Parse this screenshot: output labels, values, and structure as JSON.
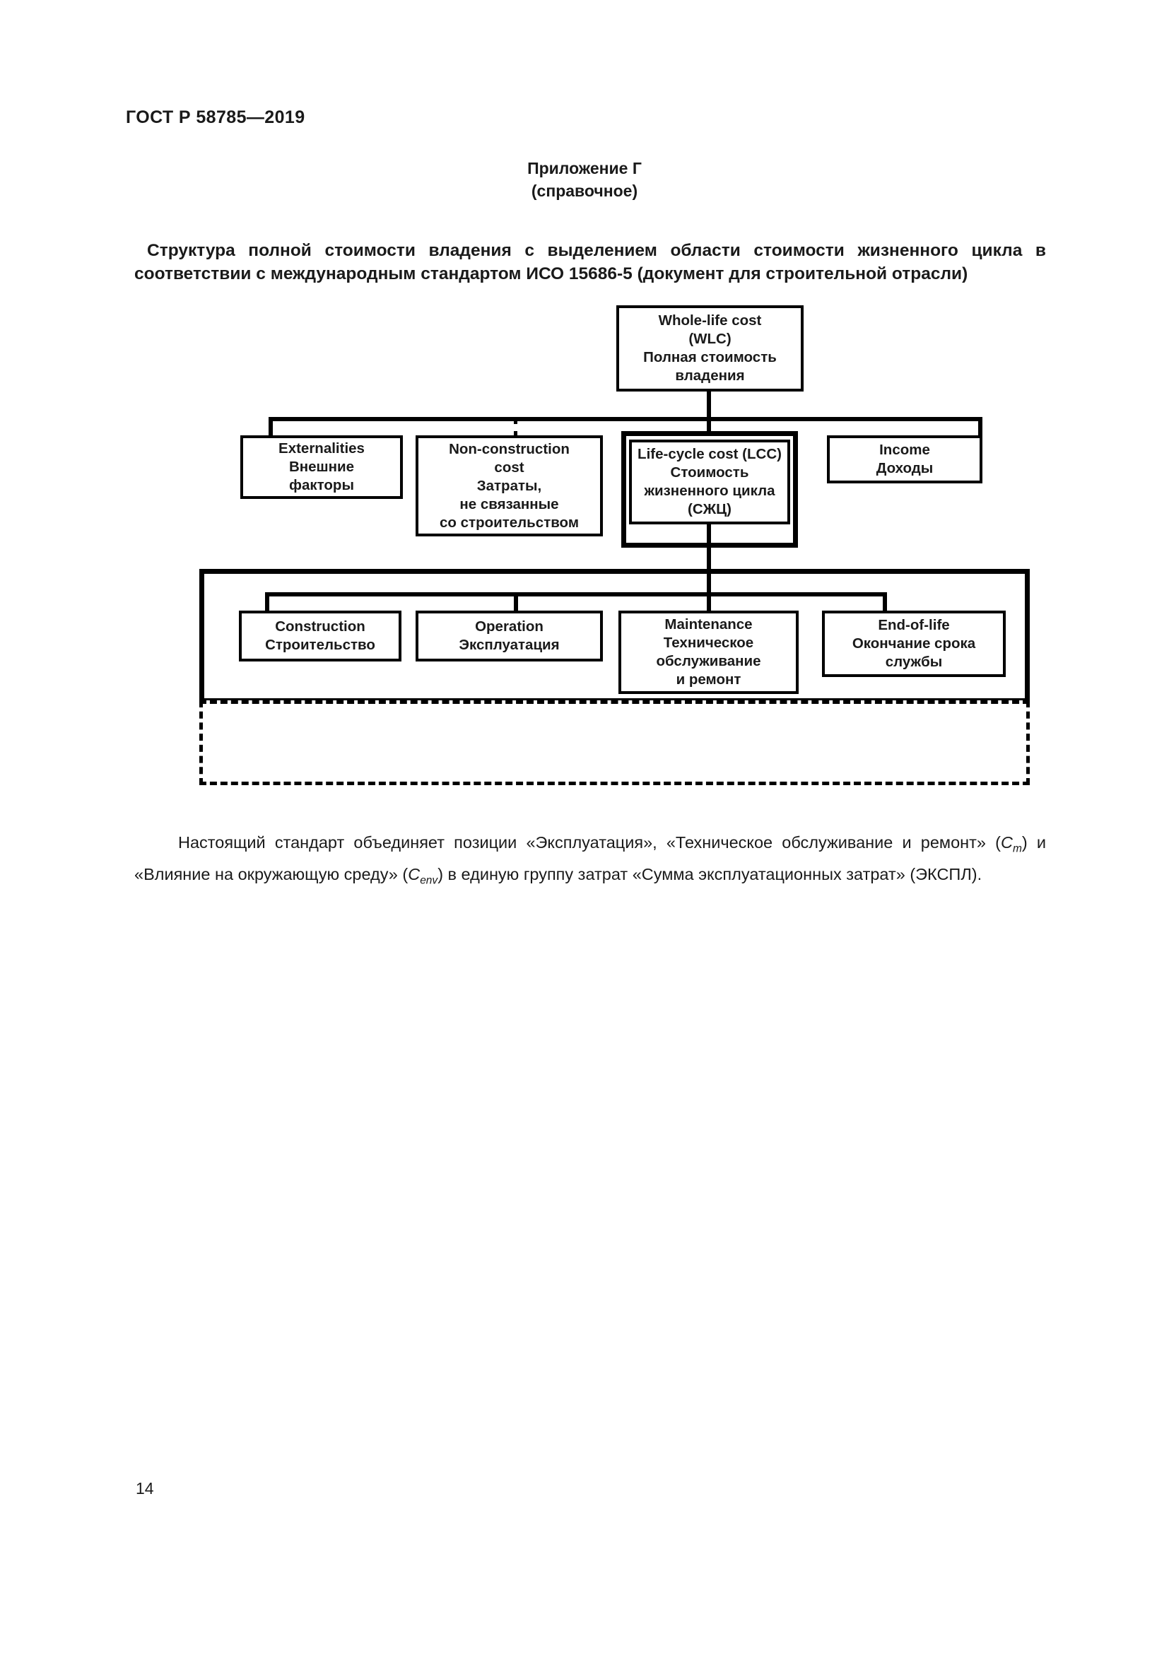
{
  "header": {
    "standard_code": "ГОСТ Р 58785—2019"
  },
  "appendix": {
    "title": "Приложение Г",
    "subtitle": "(справочное)"
  },
  "document_title": "Структура полной стоимости владения с выделением области стоимости жизненного цикла в соответствии с международным стандартом ИСО 15686-5 (документ для строительной отрасли)",
  "diagram": {
    "root": {
      "label": "Whole-life cost\n(WLC)\nПолная стоимость\nвладения"
    },
    "level2": [
      {
        "label": "Externalities\nВнешние\nфакторы"
      },
      {
        "label": "Non-construction\ncost\nЗатраты,\nне связанные\nсо строительством"
      },
      {
        "label": "Life-cycle cost (LCC)\nСтоимость\nжизненного цикла\n(СЖЦ)"
      },
      {
        "label": "Income\nДоходы"
      }
    ],
    "level3": [
      {
        "label": "Construction\nСтроительство"
      },
      {
        "label": "Operation\nЭксплуатация"
      },
      {
        "label": "Maintenance\nТехническое\nобслуживание\nи ремонт"
      },
      {
        "label": "End-of-life\nОкончание срока\nслужбы"
      }
    ],
    "dashed_region": {
      "label": ""
    }
  },
  "body_paragraph": {
    "part1": "Настоящий стандарт объединяет позиции «Эксплуатация», «Техническое обслуживание и ремонт» (",
    "sym1_base": "C",
    "sym1_sub": "m",
    "part2": ") и «Влияние на окружающую среду» (",
    "sym2_base": "C",
    "sym2_sub": "env",
    "part3": ") в единую группу затрат «Сумма эксплуатационных затрат» (ЭКСПЛ)."
  },
  "page_number": "14"
}
